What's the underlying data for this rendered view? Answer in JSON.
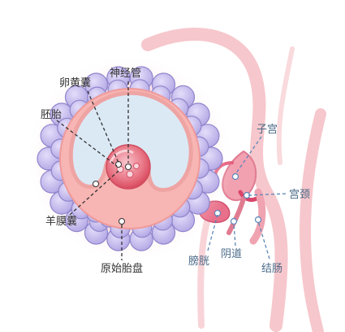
{
  "labels": {
    "yolk_sac": "卵黄囊",
    "neural_tube": "神经管",
    "embryo": "胚胎",
    "amniotic_sac": "羊膜囊",
    "primitive_placenta": "原始胎盘",
    "uterus": "子宫",
    "cervix": "宫颈",
    "bladder": "膀胱",
    "vagina": "阴道",
    "colon": "结肠"
  },
  "colors": {
    "villi_fill": "#c2b9ea",
    "villi_stroke": "#8f86cc",
    "membrane_pink": "#f3a6a4",
    "cavity_blue": "#dbe9f5",
    "embryo_red": "#e0576a",
    "label_dark": "#333333",
    "label_blue": "#4a6a88",
    "body_pink": "#f4b9c0",
    "dashed_dark": "#333333",
    "dashed_blue": "#5d86b8"
  }
}
